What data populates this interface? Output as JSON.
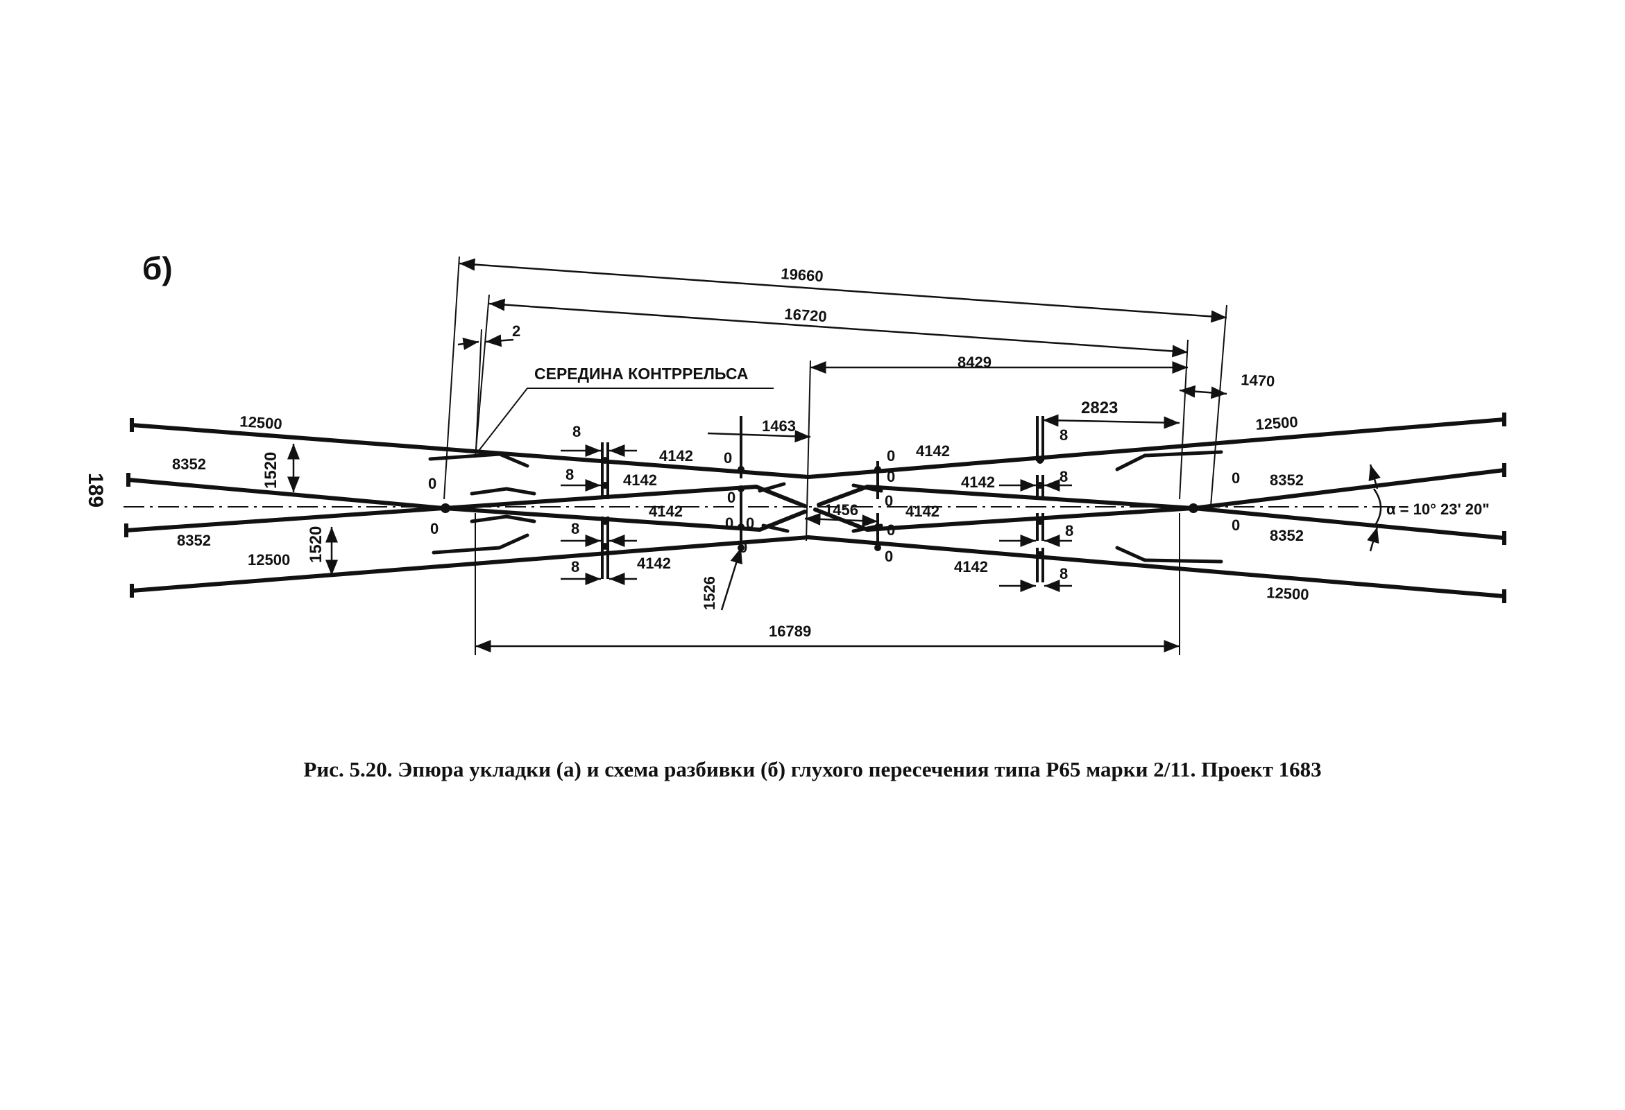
{
  "panel_label": "б)",
  "page_number": "189",
  "caption": "Рис. 5.20. Эпюра укладки (а) и схема разбивки (б) глухого пересечения типа Р65 марки 2/11. Проект 1683",
  "annotation": "СЕРЕДИНА КОНТРРЕЛЬСА",
  "angle_label": "α = 10° 23' 20\"",
  "dims": {
    "overall": "19660",
    "inner": "16720",
    "gap": "2",
    "right_half": "8429",
    "right_offset": "1470",
    "right_part": "2823",
    "center_offset": "1463",
    "center_gap": "1456",
    "diag": "1526",
    "bottom": "16789",
    "gauge_left_top": "1520",
    "gauge_left_bottom": "1520"
  },
  "rails": {
    "left_top_long": "12500",
    "left_top_short": "8352",
    "left_bottom_short": "8352",
    "left_bottom_long": "12500",
    "right_top_long": "12500",
    "right_top_short": "8352",
    "right_bottom_short": "8352",
    "right_bottom_long": "12500"
  },
  "segments": {
    "s1": "4142",
    "s2": "4142",
    "s3": "4142",
    "s4": "4142",
    "s5": "4142",
    "s6": "4142",
    "s7": "4142",
    "s8": "4142"
  },
  "joint_gap": "8",
  "zero": "0"
}
